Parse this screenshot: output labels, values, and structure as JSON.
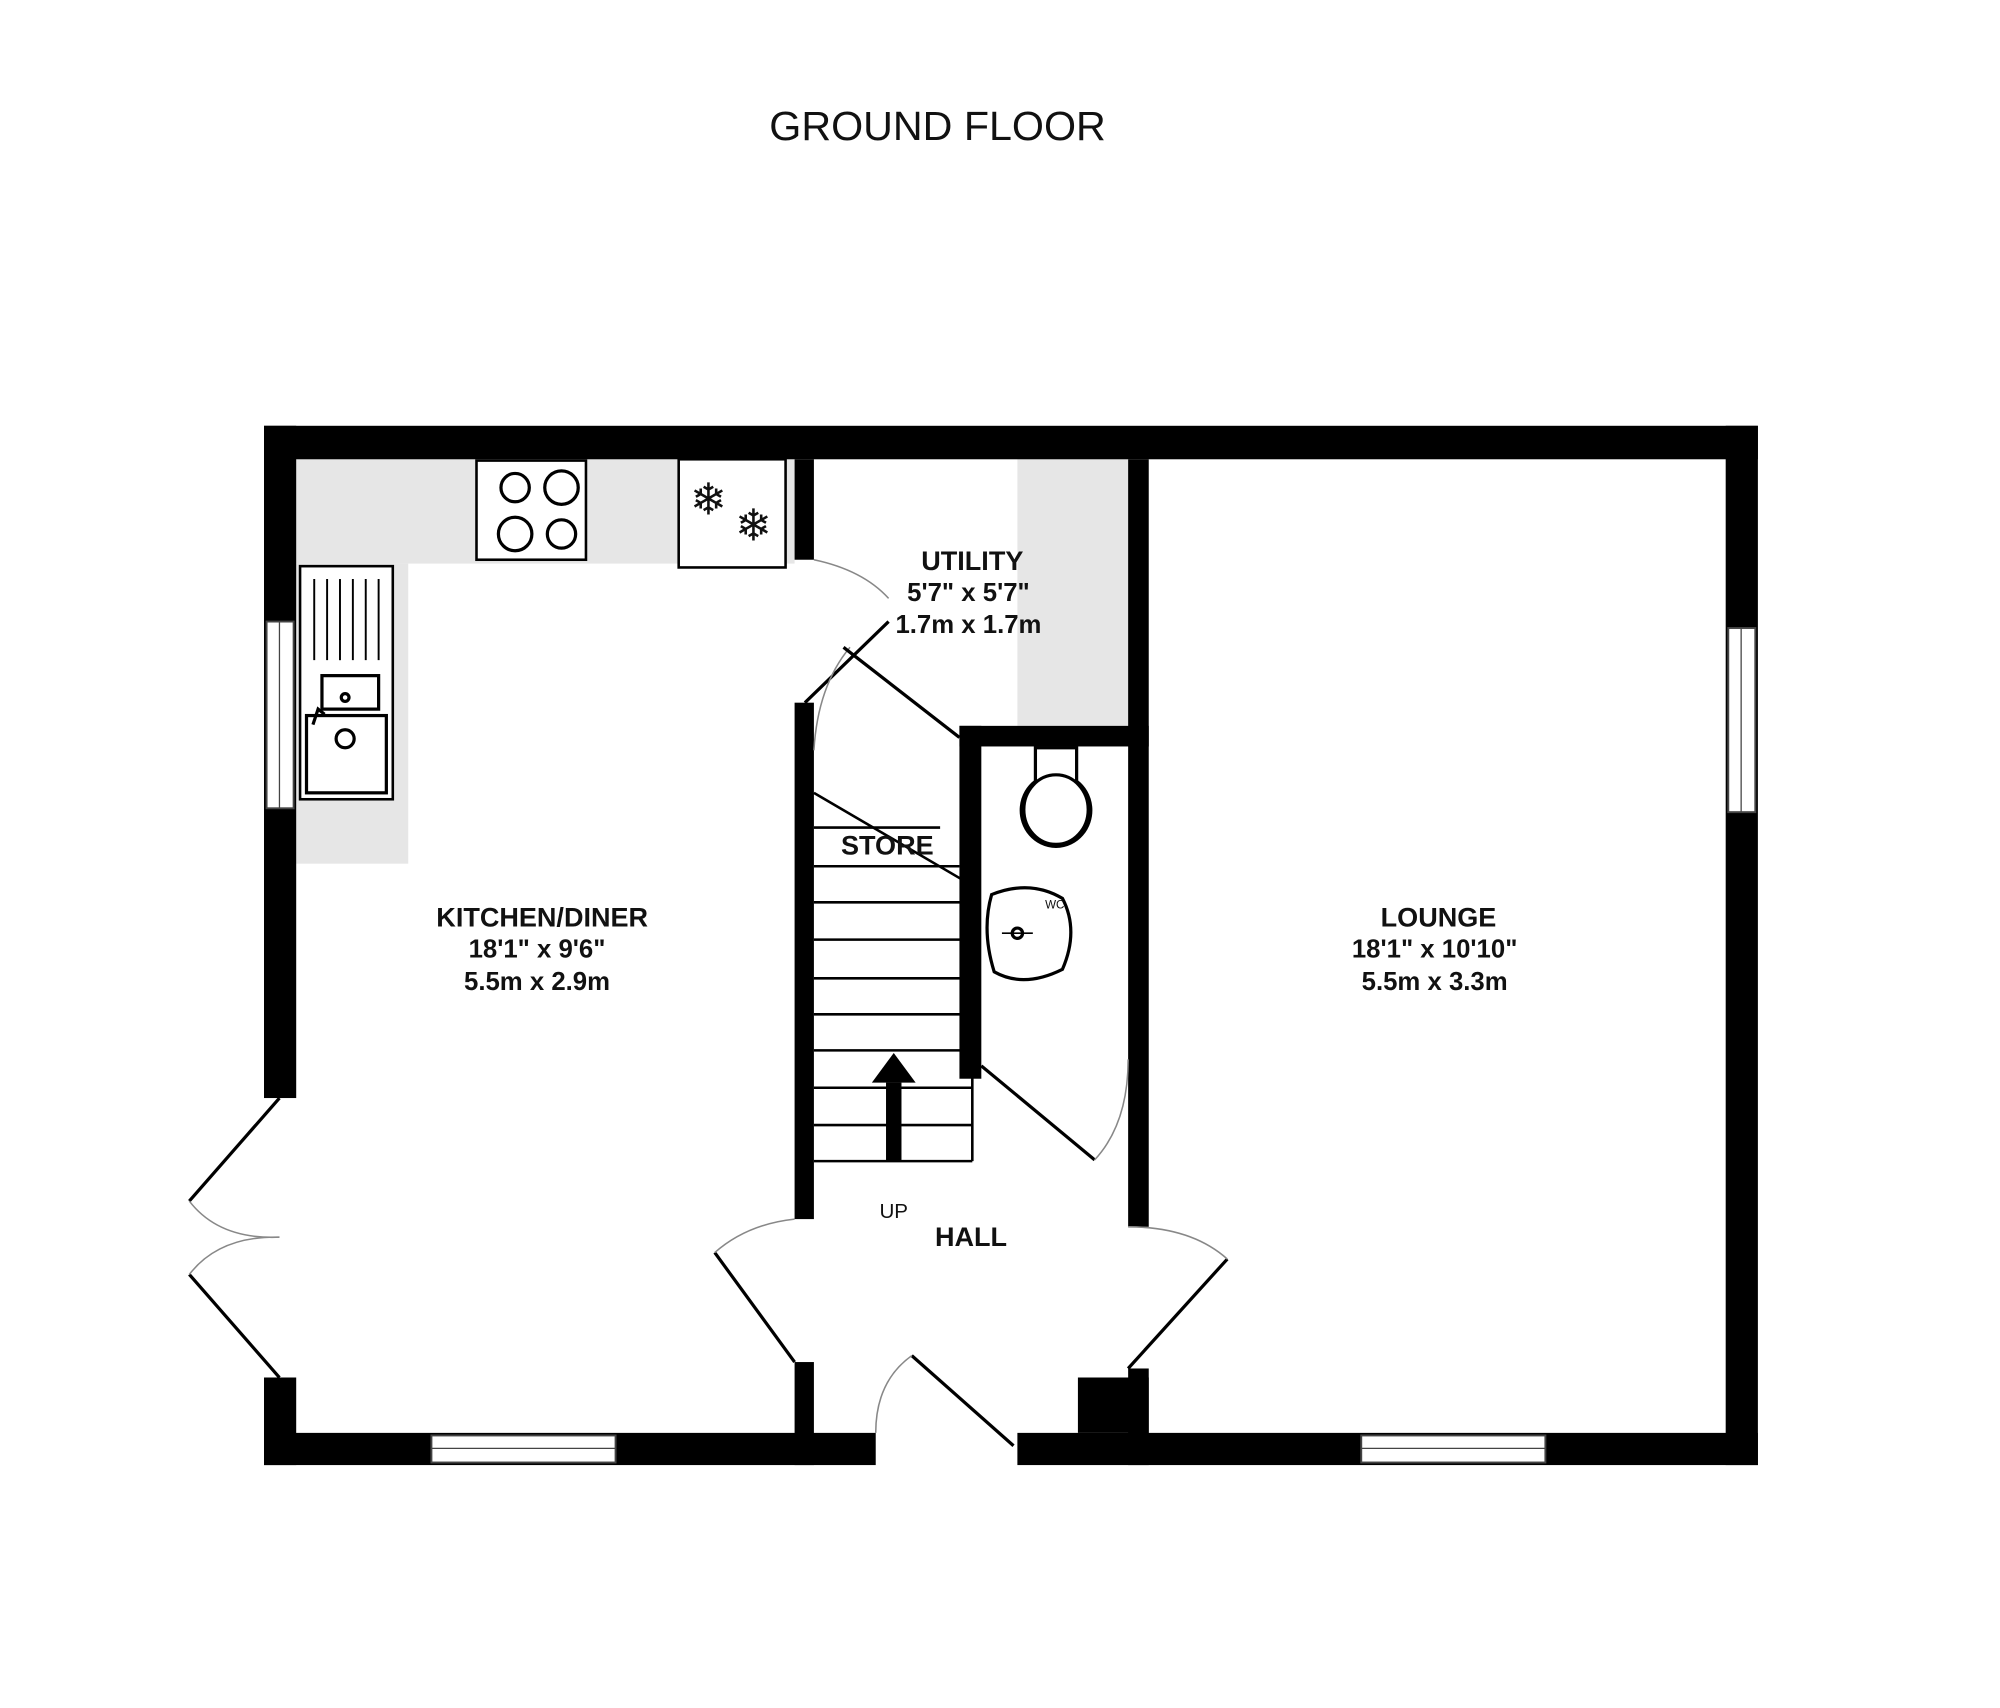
{
  "title": "GROUND FLOOR",
  "rooms": [
    {
      "name": "KITCHEN/DINER",
      "imperial": "18'1\"  x 9'6\"",
      "metric": "5.5m  x 2.9m"
    },
    {
      "name": "UTILITY",
      "imperial": "5'7\"  x 5'7\"",
      "metric": "1.7m  x 1.7m"
    },
    {
      "name": "LOUNGE",
      "imperial": "18'1\"  x 10'10\"",
      "metric": "5.5m  x 3.3m"
    },
    {
      "name": "STORE"
    },
    {
      "name": "HALL"
    }
  ],
  "labels": {
    "up": "UP",
    "wc": "WC"
  }
}
